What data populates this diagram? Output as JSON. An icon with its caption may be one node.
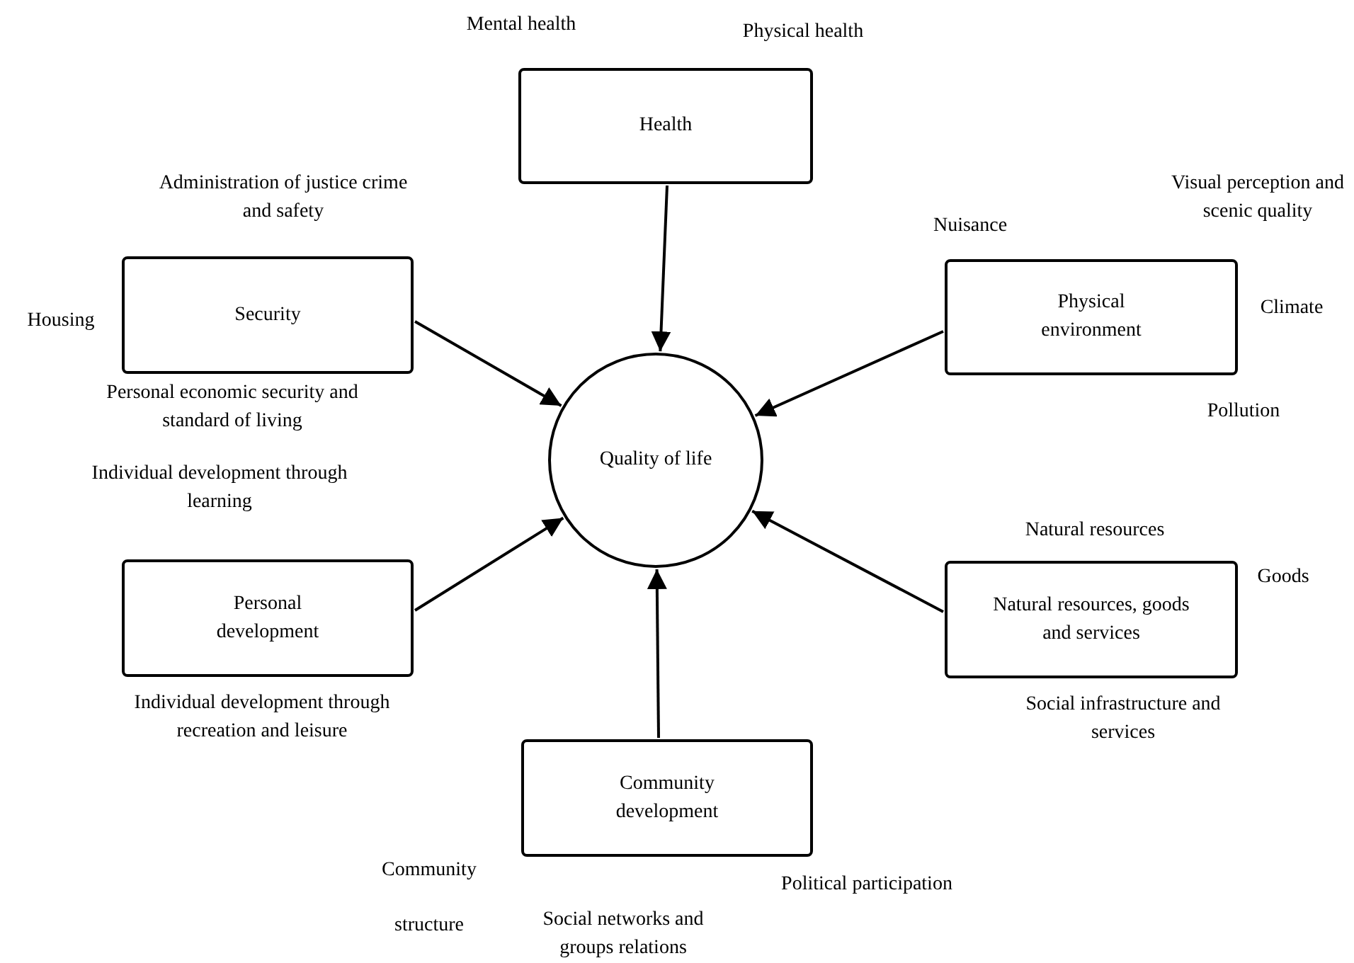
{
  "diagram": {
    "nodes": [
      {
        "text": [
          "Health"
        ],
        "beside": [
          "Mental health",
          "Physical health"
        ]
      },
      {
        "text": [
          "Security"
        ],
        "beside": [
          "Administration of justice crime and safety",
          "Housing",
          "Personal economic security and standard of living"
        ]
      },
      {
        "text": [
          "Physical environment"
        ],
        "beside": [
          "Nuisance",
          "Visual perception and scenic quality",
          "Climate",
          "Pollution"
        ]
      },
      {
        "text": [
          "Quality of life"
        ]
      },
      {
        "text": [
          "Personal development"
        ],
        "beside": [
          "Individual development through learning",
          "Individual development through recreation and leisure"
        ]
      },
      {
        "text": [
          "Natural resources, goods and services"
        ],
        "beside": [
          "Natural resources",
          "Goods",
          "Social infrastructure and services"
        ]
      },
      {
        "text": [
          "Community development"
        ],
        "beside": [
          "Community structure",
          "Social networks and groups relations",
          "Political participation"
        ]
      }
    ],
    "edges": [
      {
        "from": 0,
        "to": 3,
        "arrow": "to"
      },
      {
        "from": 1,
        "to": 3,
        "arrow": "to"
      },
      {
        "from": 2,
        "to": 3,
        "arrow": "to"
      },
      {
        "from": 4,
        "to": 3,
        "arrow": "to"
      },
      {
        "from": 5,
        "to": 3,
        "arrow": "to"
      },
      {
        "from": 6,
        "to": 3,
        "arrow": "to"
      }
    ]
  }
}
